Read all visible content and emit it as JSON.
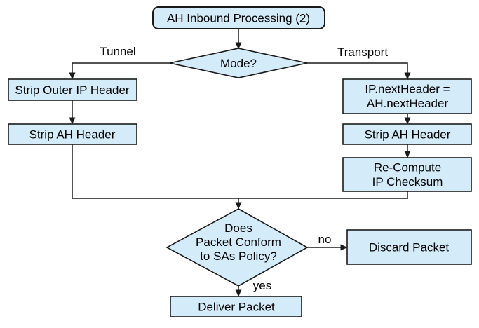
{
  "diagram": {
    "background": "#ffffff",
    "node_fill": "#d4ebf9",
    "stroke": "#1a1a1a",
    "nodes": {
      "start": "AH Inbound Processing (2)",
      "mode": "Mode?",
      "strip_outer_ip": "Strip Outer IP Header",
      "strip_ah_left": "Strip AH Header",
      "ip_next_header_line1": "IP.nextHeader =",
      "ip_next_header_line2": "AH.nextHeader",
      "strip_ah_right": "Strip AH Header",
      "recompute_line1": "Re-Compute",
      "recompute_line2": "IP Checksum",
      "policy_line1": "Does",
      "policy_line2": "Packet Conform",
      "policy_line3": "to SAs Policy?",
      "discard": "Discard Packet",
      "deliver": "Deliver Packet"
    },
    "labels": {
      "tunnel": "Tunnel",
      "transport": "Transport",
      "no": "no",
      "yes": "yes"
    }
  }
}
